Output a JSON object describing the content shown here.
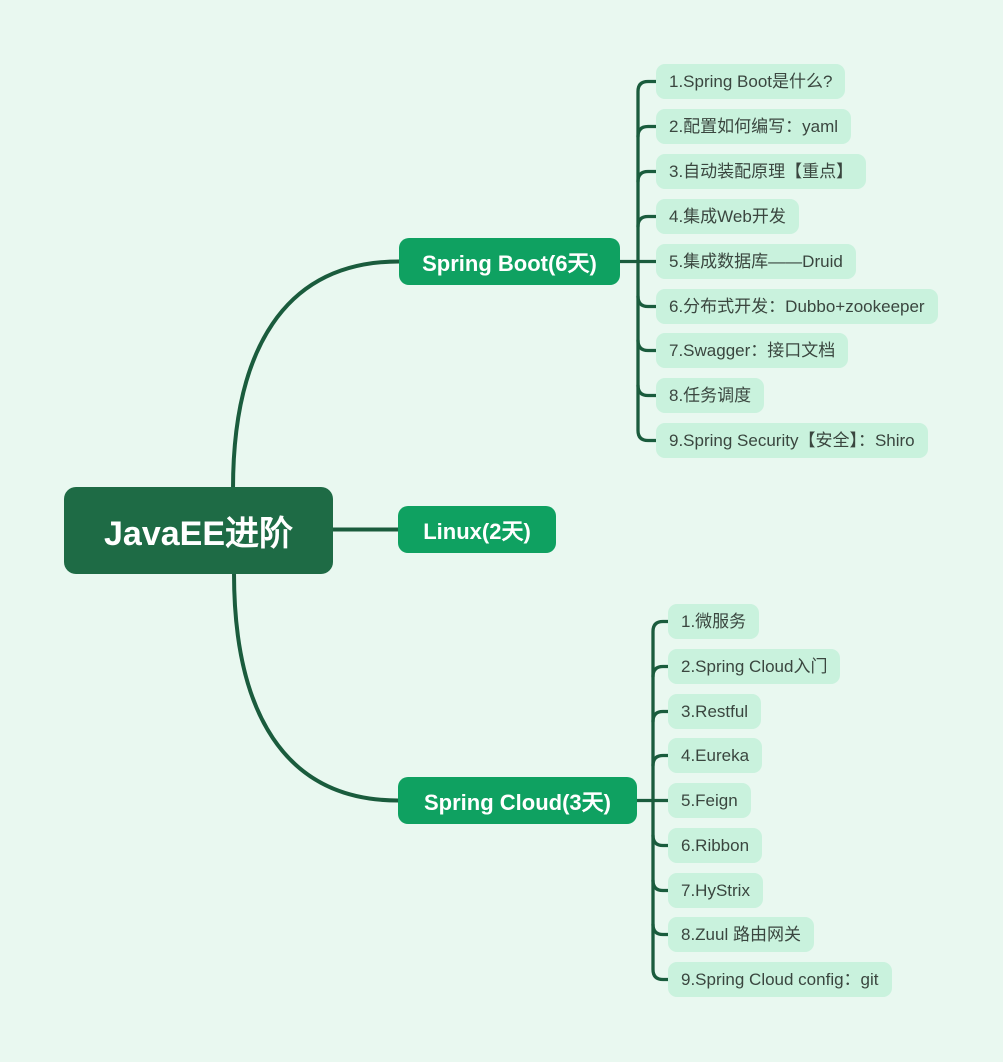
{
  "palette": {
    "background": "#e9f8f0",
    "root_fill": "#1e6b45",
    "branch_fill": "#0fa161",
    "leaf_fill": "#c9f2dd",
    "leaf_text": "#3a463f",
    "node_text": "#ffffff",
    "line": "#1a5c3d"
  },
  "root": {
    "label": "JavaEE进阶"
  },
  "branches": [
    {
      "label": "Spring Boot(6天)",
      "children": [
        "1.Spring Boot是什么?",
        "2.配置如何编写：yaml",
        "3.自动装配原理【重点】",
        "4.集成Web开发",
        "5.集成数据库——Druid",
        "6.分布式开发：Dubbo+zookeeper",
        "7.Swagger：接口文档",
        "8.任务调度",
        "9.Spring Security【安全】：Shiro"
      ]
    },
    {
      "label": "Linux(2天)",
      "children": []
    },
    {
      "label": "Spring Cloud(3天)",
      "children": [
        "1.微服务",
        "2.Spring Cloud入门",
        "3.Restful",
        "4.Eureka",
        "5.Feign",
        "6.Ribbon",
        "7.HyStrix",
        "8.Zuul 路由网关",
        "9.Spring Cloud config：git"
      ]
    }
  ]
}
